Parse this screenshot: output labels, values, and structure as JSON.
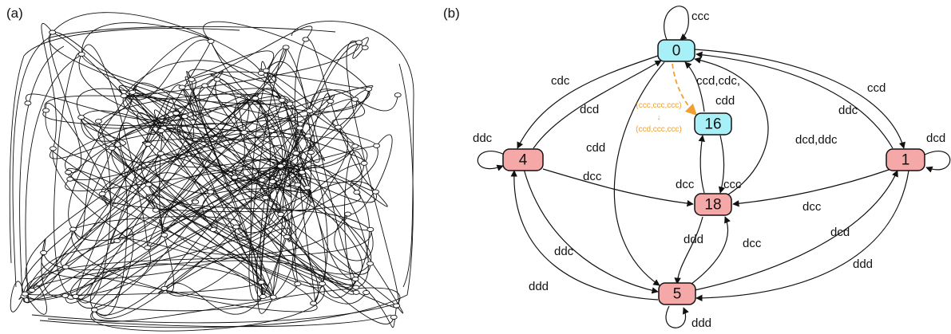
{
  "panels": {
    "a": {
      "label": "(a)"
    },
    "b": {
      "label": "(b)"
    }
  },
  "colors": {
    "cyan_node": "#a8f0f8",
    "red_node": "#f4a8a8",
    "highlight": "#f0a030",
    "stroke": "#111111"
  },
  "nodes": {
    "n0": "0",
    "n16": "16",
    "n4": "4",
    "n1": "1",
    "n18": "18",
    "n5": "5"
  },
  "edge_labels": {
    "self_0": "ccc",
    "e0_4": "cdc",
    "e4_0": "dcd",
    "e18_0": "ccd,cdc,",
    "e18_0b": "cdd",
    "e0_5": "cdd",
    "e18_0c": "dcd,ddc",
    "e0_1": "ccd",
    "e1_0": "ddc",
    "self_4": "ddc",
    "self_1": "dcd",
    "e4_18": "dcc",
    "e18_16": "dcc",
    "e16_18": "ccc",
    "e1_18": "dcc",
    "e4_5": "ddc",
    "e18_5": "ddd",
    "e5_18": "dcc",
    "e5_1": "dcd",
    "e5_4": "ddd",
    "e1_5": "ddd",
    "self_5": "ddd"
  },
  "highlight_label": {
    "line1": "(ccc,ccc,ccc)",
    "arrow": "↓",
    "line2": "(ccd,ccc,ccc)"
  }
}
